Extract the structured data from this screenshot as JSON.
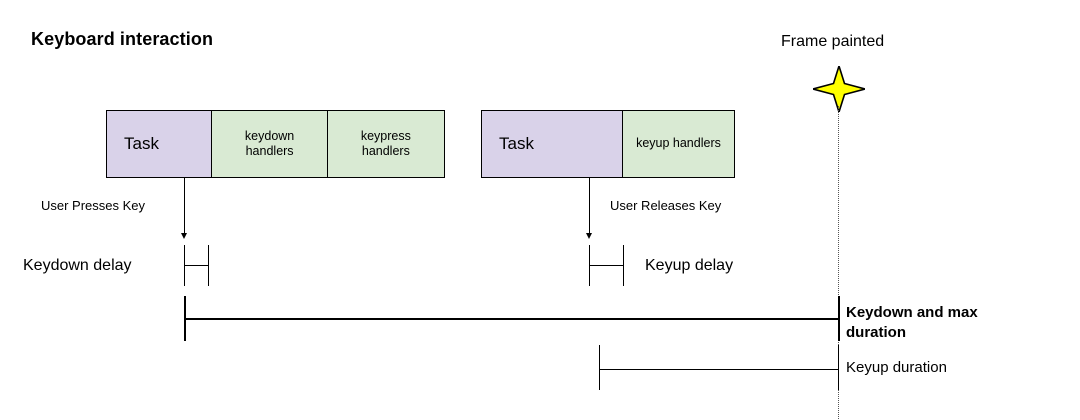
{
  "page": {
    "title": "Keyboard interaction",
    "background_color": "#ffffff",
    "ink_color": "#000000"
  },
  "palette": {
    "task_fill": "#d9d2e9",
    "handler_fill": "#d9ead3",
    "star_fill": "#ffff00",
    "stroke": "#000000",
    "guide": "#555555"
  },
  "timeline": {
    "tasks": [
      {
        "name": "task-keydown",
        "segments": [
          {
            "label": "Task",
            "kind": "task"
          },
          {
            "label": "keydown\nhandlers",
            "line1": "keydown",
            "line2": "handlers",
            "kind": "handler"
          },
          {
            "label": "keypress\nhandlers",
            "line1": "keypress",
            "line2": "handlers",
            "kind": "handler"
          }
        ]
      },
      {
        "name": "task-keyup",
        "segments": [
          {
            "label": "Task",
            "kind": "task"
          },
          {
            "label": "keyup handlers",
            "line1": "keyup handlers",
            "line2": "",
            "kind": "handler"
          }
        ]
      }
    ],
    "events": [
      {
        "name": "user-presses-key",
        "label": "User Presses Key"
      },
      {
        "name": "user-releases-key",
        "label": "User Releases Key"
      }
    ],
    "measures": [
      {
        "name": "keydown-delay",
        "label": "Keydown delay",
        "emphasis": "normal"
      },
      {
        "name": "keyup-delay",
        "label": "Keyup delay",
        "emphasis": "normal"
      },
      {
        "name": "keydown-and-max-duration",
        "label": "Keydown and max duration",
        "emphasis": "bold"
      },
      {
        "name": "keyup-duration",
        "label": "Keyup duration",
        "emphasis": "normal"
      }
    ],
    "frame_marker": {
      "label": "Frame painted",
      "icon": "four-point-star-icon",
      "guide_style": "dotted"
    }
  }
}
